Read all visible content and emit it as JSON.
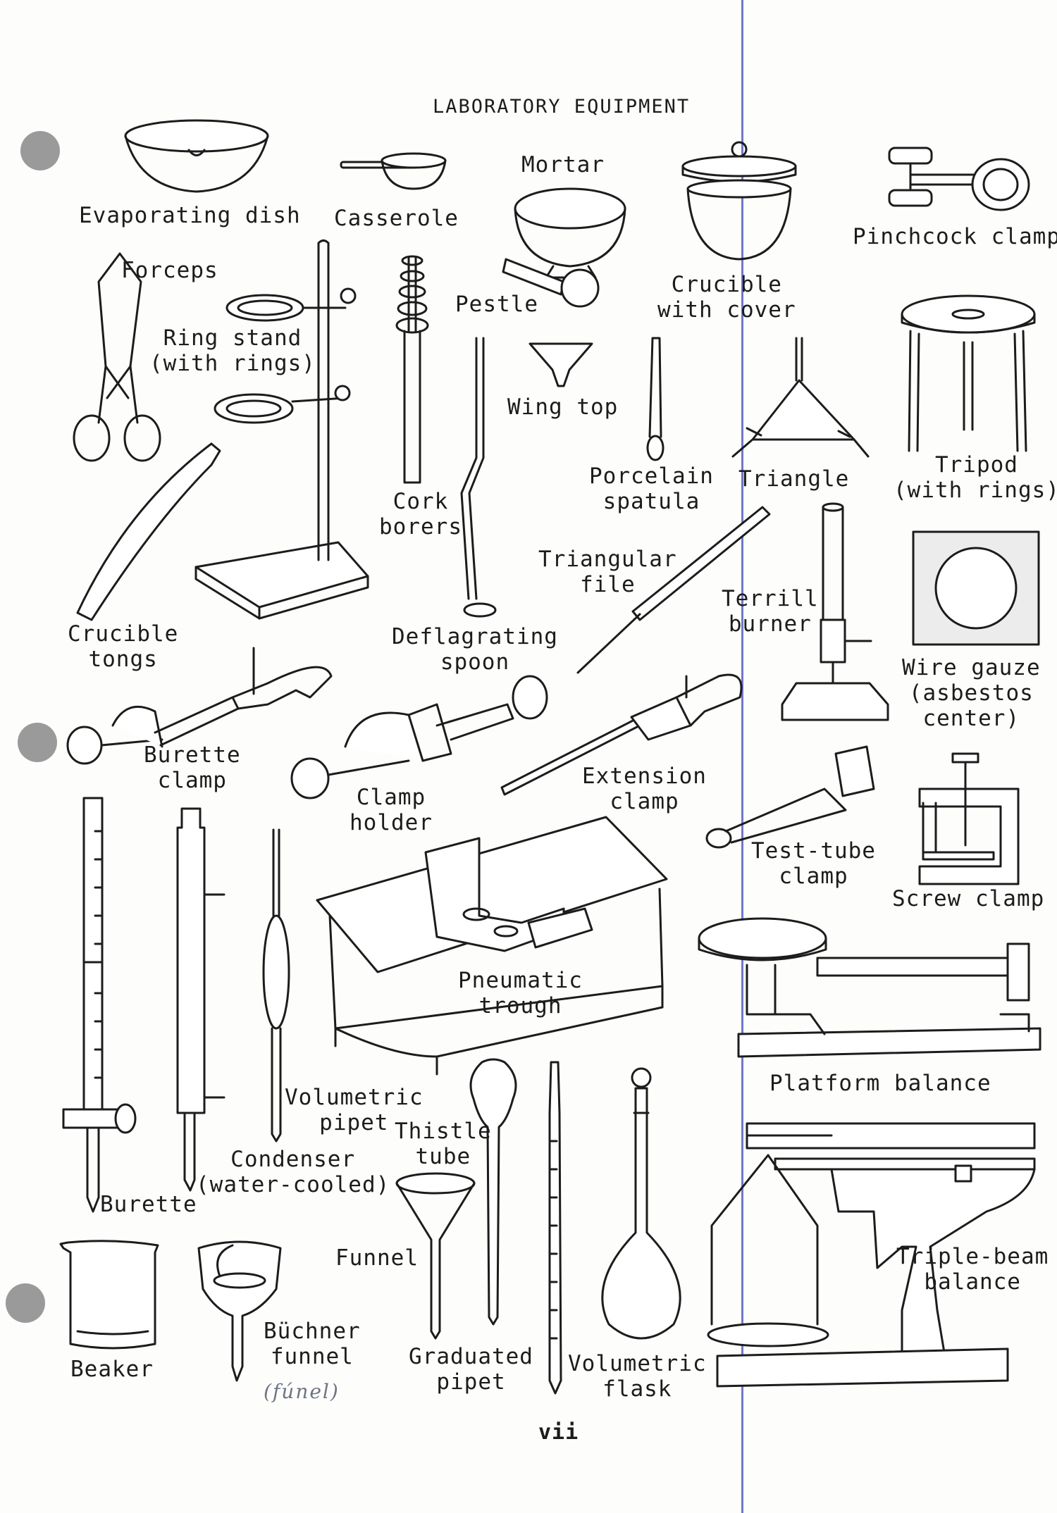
{
  "page": {
    "title": "LABORATORY EQUIPMENT",
    "page_number": "vii",
    "handwritten_note": "(fúnel)"
  },
  "labels": {
    "evaporating_dish": "Evaporating dish",
    "casserole": "Casserole",
    "mortar": "Mortar",
    "pestle": "Pestle",
    "crucible_with_cover": "Crucible\nwith cover",
    "pinchcock_clamp": "Pinchcock clamp",
    "forceps": "Forceps",
    "ring_stand": "Ring stand\n(with rings)",
    "cork_borers": "Cork\nborers",
    "wing_top": "Wing top",
    "porcelain_spatula": "Porcelain\nspatula",
    "triangle": "Triangle",
    "tripod": "Tripod\n(with rings)",
    "crucible_tongs": "Crucible\ntongs",
    "deflagrating_spoon": "Deflagrating\nspoon",
    "triangular_file": "Triangular\nfile",
    "terrill_burner": "Terrill\nburner",
    "wire_gauze": "Wire gauze\n(asbestos\ncenter)",
    "burette_clamp": "Burette\nclamp",
    "clamp_holder": "Clamp\nholder",
    "extension_clamp": "Extension\nclamp",
    "test_tube_clamp": "Test-tube\nclamp",
    "screw_clamp": "Screw clamp",
    "pneumatic_trough": "Pneumatic\ntrough",
    "platform_balance": "Platform balance",
    "volumetric_pipet": "Volumetric\npipet",
    "thistle_tube": "Thistle\ntube",
    "condenser": "Condenser\n(water-cooled)",
    "burette": "Burette",
    "triple_beam_balance": "Triple-beam\nbalance",
    "funnel": "Funnel",
    "beaker": "Beaker",
    "buchner_funnel": "Büchner\nfunnel",
    "graduated_pipet": "Graduated\npipet",
    "volumetric_flask": "Volumetric\nflask"
  },
  "colors": {
    "ink": "#1c1c1c",
    "paper": "#fdfdfb",
    "margin_line": "#6f78c9",
    "punch_hole": "#9a9a9a"
  }
}
